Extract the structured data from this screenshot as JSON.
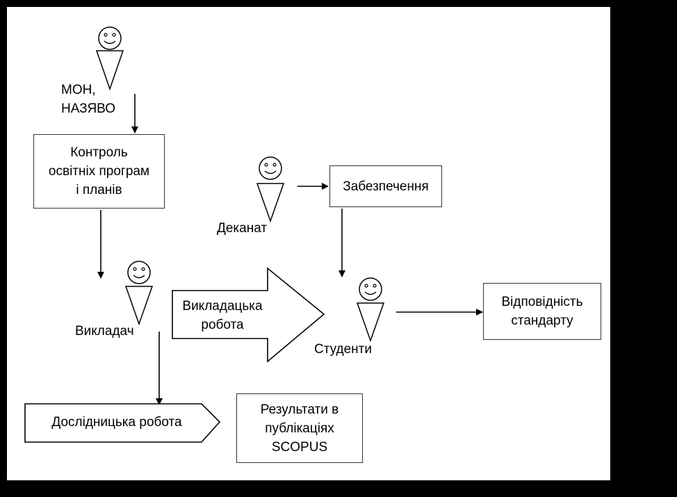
{
  "actors": {
    "mon": "МОН,\nНАЗЯВО",
    "dekanat": "Деканат",
    "vykladach": "Викладач",
    "studenty": "Студенти"
  },
  "boxes": {
    "kontrol": "Контроль\nосвітніх програм\nі планів",
    "zabezpechennia": "Забезпечення",
    "vidpovidnist": "Відповідність\nстандарту",
    "rezultaty": "Результати в\nпублікаціях\nSCOPUS"
  },
  "arrows": {
    "vykladatska": "Викладацька\nробота",
    "doslidnytska": "Дослідницька робота"
  }
}
